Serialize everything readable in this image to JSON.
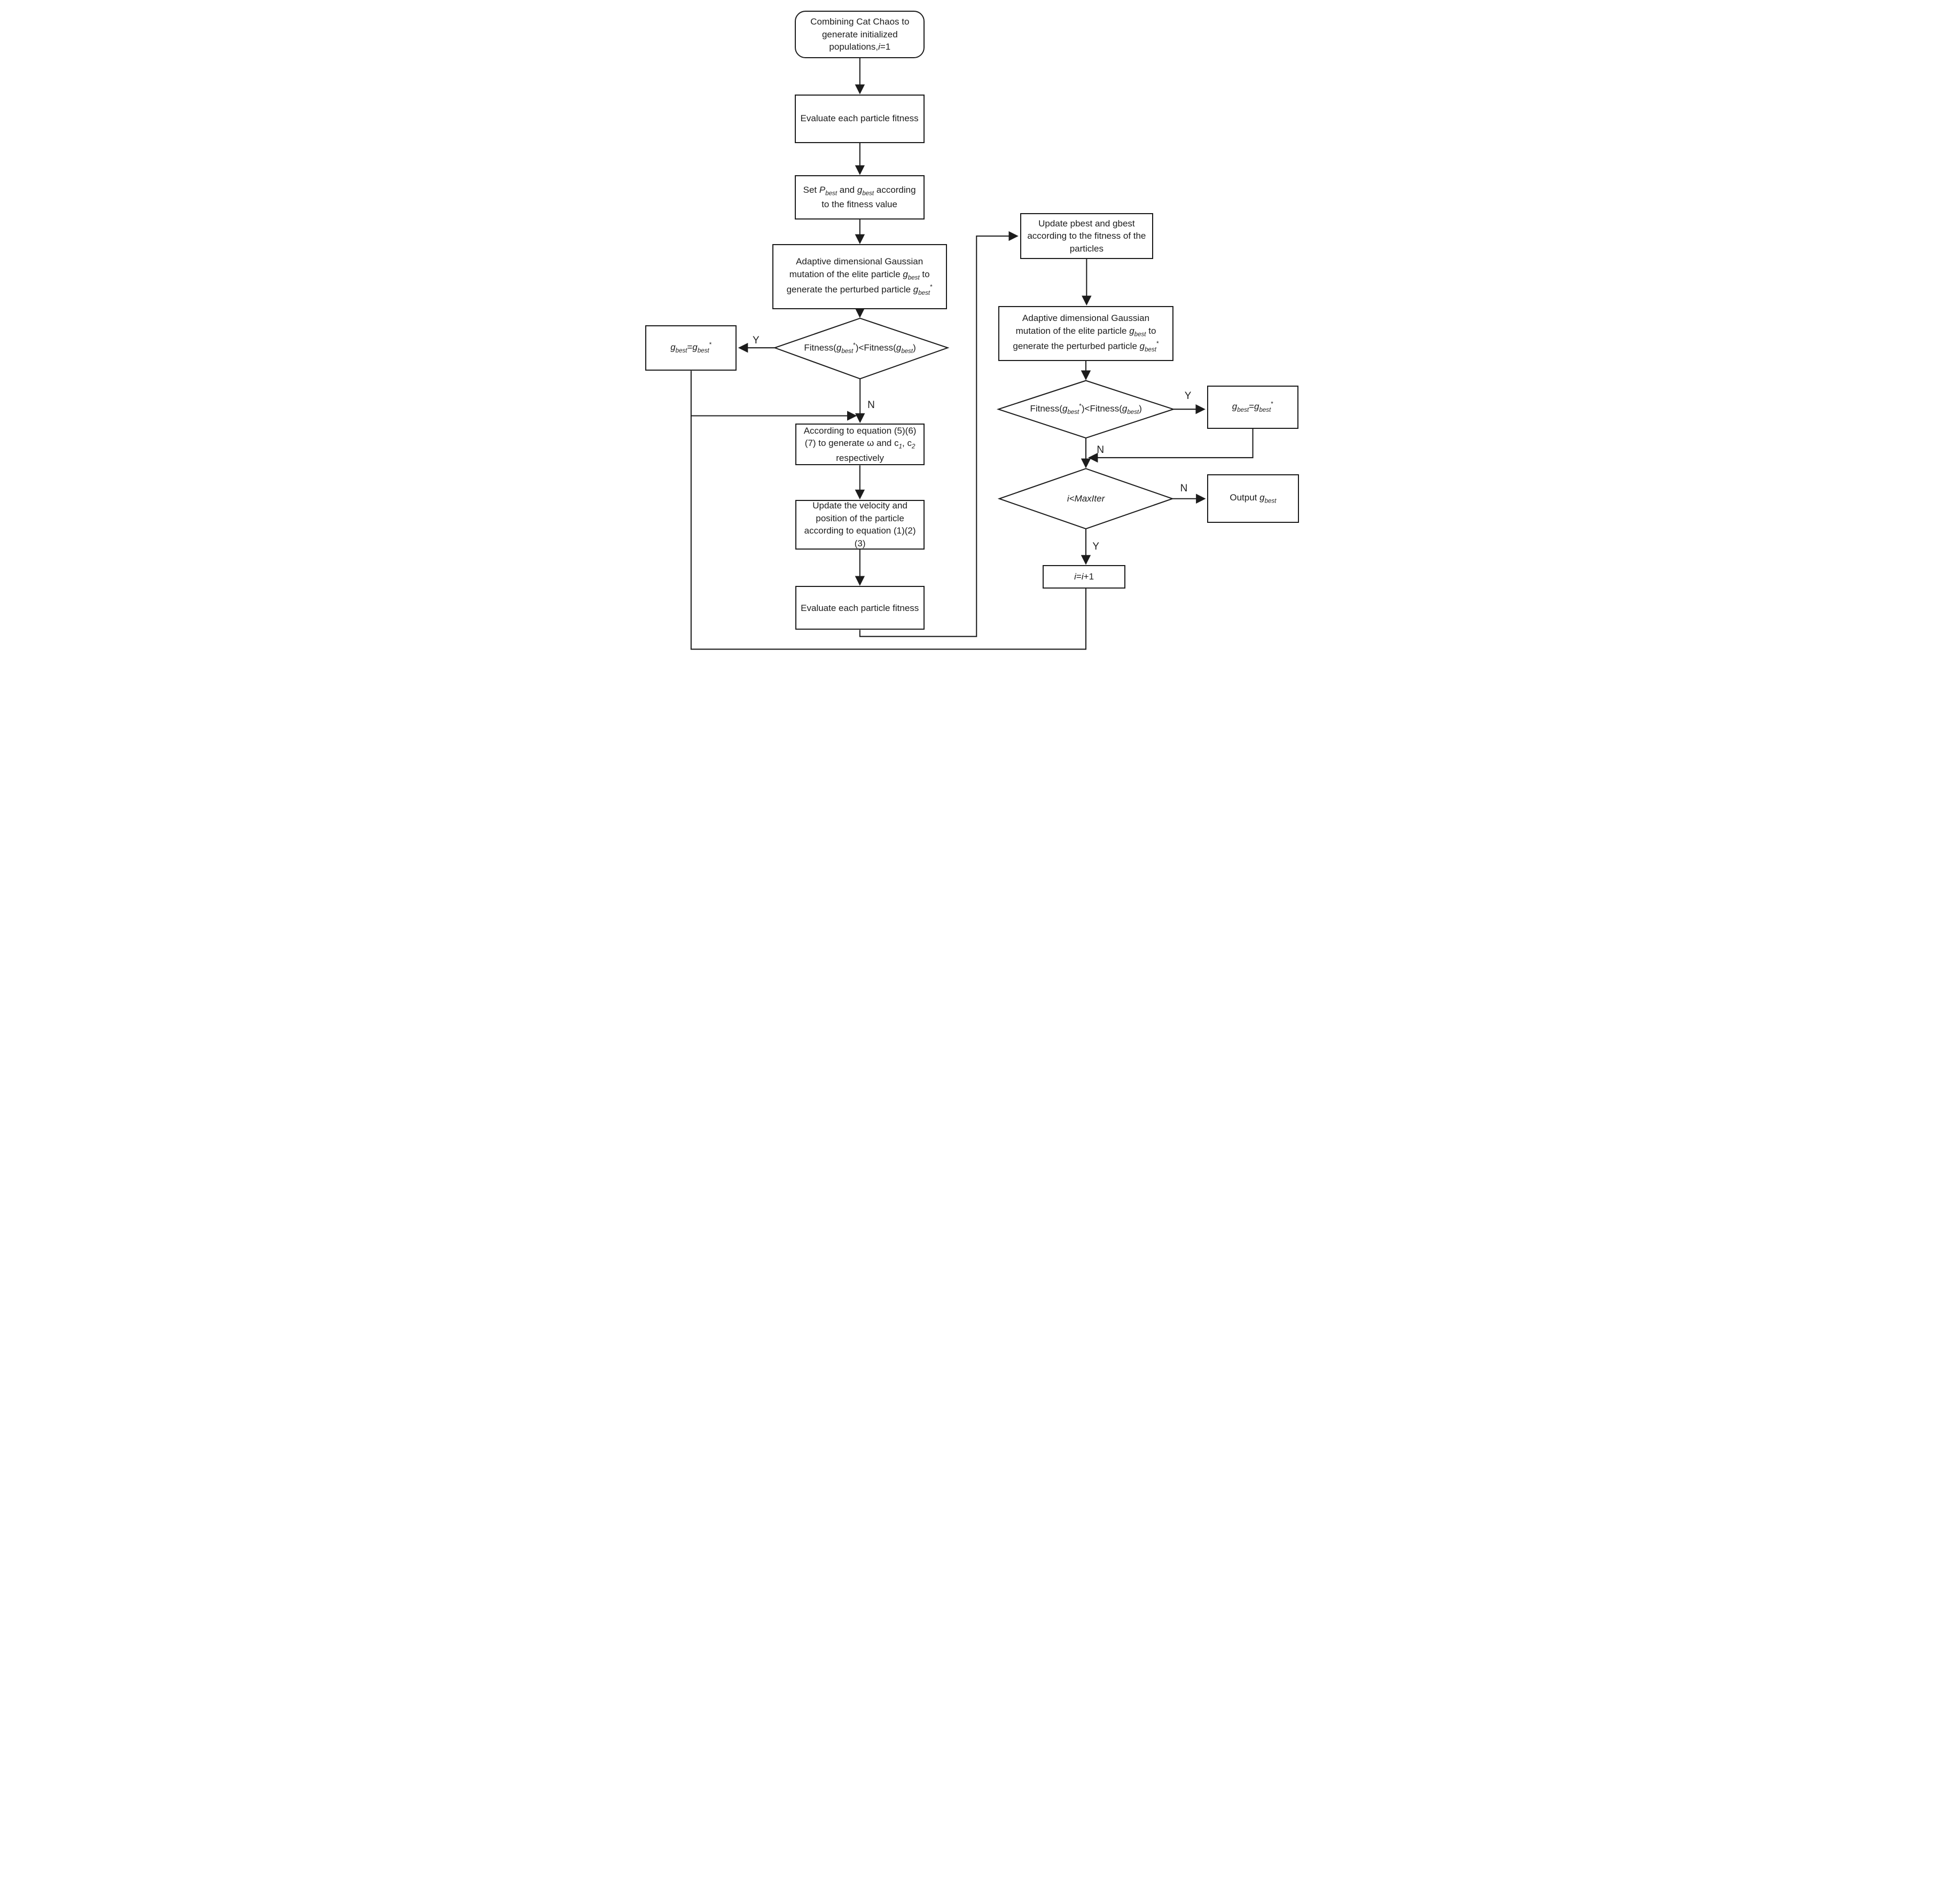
{
  "colors": {
    "background": "#ffffff",
    "line": "#1c1c1c"
  },
  "nodes": {
    "start": {
      "label": "Combining Cat Chaos to generate initialized populations,/{i}=1",
      "shape": "rounded-rect"
    },
    "eval1": {
      "label": "Evaluate each particle fitness",
      "shape": "rect"
    },
    "setbest": {
      "label": "Set /{P}_{best} and /{g}_{best} according to the fitness value",
      "shape": "rect"
    },
    "mutate1": {
      "label": "Adaptive dimensional Gaussian mutation of the elite particle /{g}_{best} to generate the perturbed particle /{g}_{best}^{*}",
      "shape": "rect"
    },
    "dec1": {
      "label": "Fitness(/{g}_{best}^{*})<Fitness(/{g}_{best})",
      "shape": "diamond"
    },
    "assign_left": {
      "label": "/{g}_{best}=/{g}_{best}^{*}",
      "shape": "rect"
    },
    "eq567": {
      "label": "According to equation (5)(6)(7) to generate ω and c_{1}, c_{2} respectively",
      "shape": "rect"
    },
    "updvel": {
      "label": "Update the velocity and position of the particle according to equation (1)(2)(3)",
      "shape": "rect"
    },
    "eval2": {
      "label": "Evaluate each particle fitness",
      "shape": "rect"
    },
    "updbest": {
      "label": "Update pbest and gbest according to the fitness of the particles",
      "shape": "rect"
    },
    "mutate2": {
      "label": "Adaptive dimensional Gaussian mutation of the elite particle /{g}_{best} to generate the perturbed particle /{g}_{best}^{*}",
      "shape": "rect"
    },
    "dec2": {
      "label": "Fitness(/{g}_{best}^{*})<Fitness(/{g}_{best})",
      "shape": "diamond"
    },
    "assign_right": {
      "label": "/{g}_{best}=/{g}_{best}^{*}",
      "shape": "rect"
    },
    "dec3": {
      "label": "/{i<MaxIter}",
      "shape": "diamond"
    },
    "output": {
      "label": "Output /{g}_{best}",
      "shape": "rect"
    },
    "incr": {
      "label": "/{i}=/{i}+1",
      "shape": "rect"
    }
  },
  "edge_labels": {
    "dec1_yes": "Y",
    "dec1_no": "N",
    "dec2_yes": "Y",
    "dec2_no": "N",
    "dec3_no": "N",
    "dec3_yes": "Y"
  }
}
